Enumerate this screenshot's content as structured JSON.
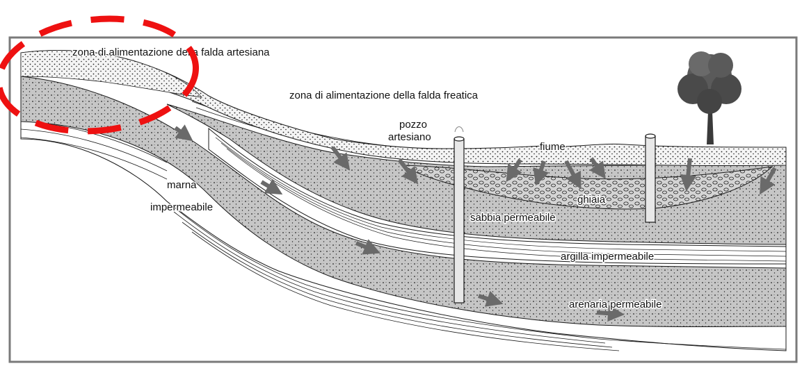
{
  "labels": {
    "artesian_recharge": "zona di alimentazione della falda artesiana",
    "phreatic_recharge": "zona di alimentazione della falda freatica",
    "artesian_well_line1": "pozzo",
    "artesian_well_line2": "artesiano",
    "river": "fiume",
    "marl_line1": "marna",
    "marl_line2": "impermeabile",
    "gravel": "ghiaia",
    "permeable_sand": "sabbia permeabile",
    "impermeable_clay": "argilla impermeabile",
    "permeable_sandstone": "arenaria permeabile"
  },
  "colors": {
    "frame": "#7a7a7a",
    "highlight": "#ee1111",
    "layer_grey": "#b9b9b9",
    "layer_light": "#dedede",
    "ink": "#1a1a1a",
    "arrow": "#6a6a6a",
    "tree": "#4a4a4a"
  },
  "icons": [
    "tree-icon",
    "flow-arrow-icon"
  ]
}
